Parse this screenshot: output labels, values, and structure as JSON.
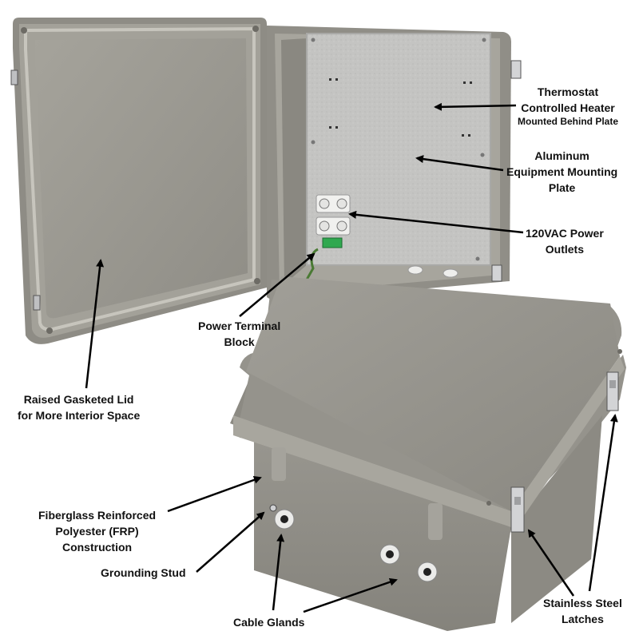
{
  "callouts": {
    "thermostat": {
      "line1": "Thermostat",
      "line2": "Controlled Heater",
      "line3": "Mounted Behind Plate"
    },
    "aluminum": {
      "line1": "Aluminum",
      "line2": "Equipment Mounting",
      "line3": "Plate"
    },
    "power_outlets": {
      "line1": "120VAC Power",
      "line2": "Outlets"
    },
    "terminal_block": {
      "line1": "Power Terminal",
      "line2": "Block"
    },
    "gasketed_lid": {
      "line1": "Raised Gasketed Lid",
      "line2": "for More Interior Space"
    },
    "frp": {
      "line1": "Fiberglass Reinforced",
      "line2": "Polyester (FRP)",
      "line3": "Construction"
    },
    "grounding": {
      "line1": "Grounding Stud"
    },
    "cable_glands": {
      "line1": "Cable Glands"
    },
    "latches": {
      "line1": "Stainless Steel",
      "line2": "Latches"
    }
  },
  "colors": {
    "enclosure": "#9c9a92",
    "enclosure_dark": "#7f7d76",
    "enclosure_light": "#b3b1a9",
    "plate": "#c6c6c4",
    "terminal": "#2fa84f",
    "steel": "#d3d4d6"
  }
}
